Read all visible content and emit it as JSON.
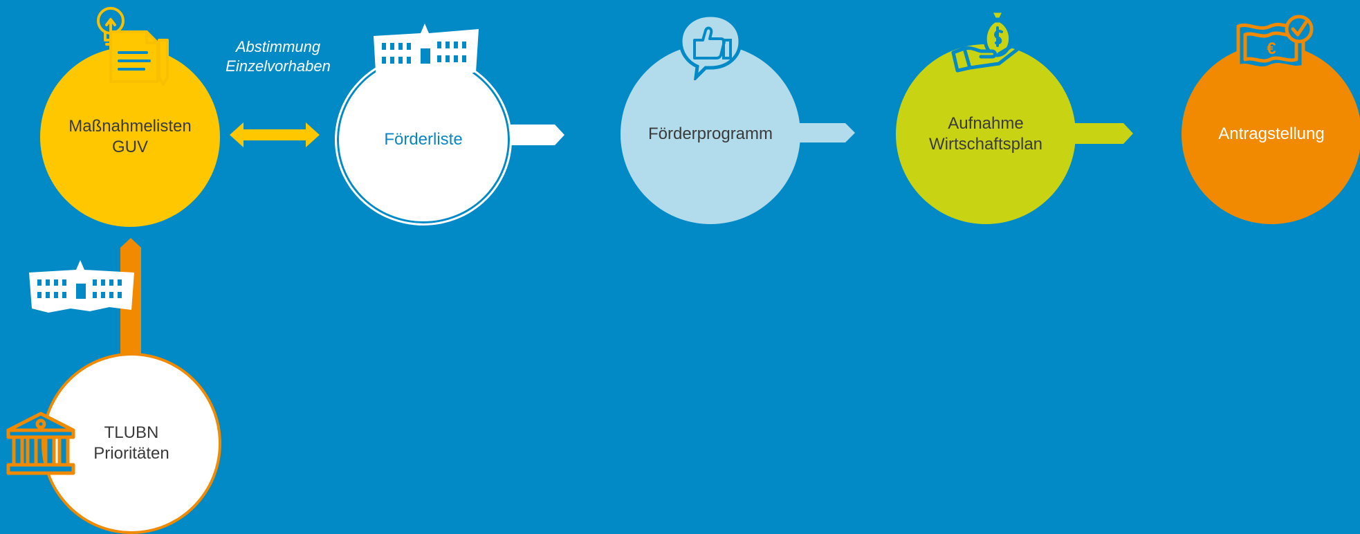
{
  "nodes": {
    "massnahmelisten": {
      "label": "Maßnahmelisten\nGUV",
      "color": "#fec700"
    },
    "foerderliste": {
      "label": "Förderliste",
      "color": "#ffffff",
      "text_color": "#0a86c4"
    },
    "foerderprogramm": {
      "label": "Förderprogramm",
      "color": "#b2dcec"
    },
    "aufnahme": {
      "label": "Aufnahme\nWirtschaftsplan",
      "color": "#c8d413"
    },
    "antragstellung": {
      "label": "Antragstellung",
      "color": "#f18a00"
    },
    "tlubn": {
      "label": "TLUBN\nPrioritäten",
      "color": "#ffffff"
    }
  },
  "annotation": {
    "text": "Abstimmung\nEinzelvorhaben"
  },
  "colors": {
    "background": "#018ac6",
    "orange": "#f18a00",
    "yellow": "#fec700",
    "light_blue": "#b2dcec",
    "lime": "#c8d413",
    "white": "#ffffff",
    "dark_text": "#3a3a3a"
  },
  "icons": [
    "idea-document-icon",
    "building-icon",
    "thumbs-up-chat-icon",
    "money-bag-hand-icon",
    "euro-banknote-check-icon",
    "government-building-icon"
  ]
}
